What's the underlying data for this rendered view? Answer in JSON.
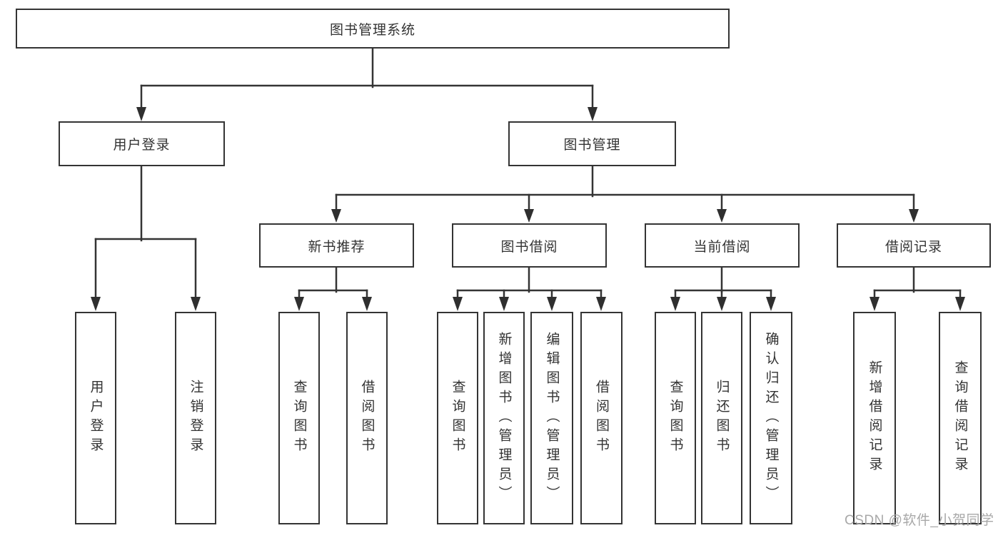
{
  "diagram": {
    "type": "tree",
    "root": {
      "label": "图书管理系统"
    },
    "branches": [
      {
        "label": "用户登录",
        "children": [
          {
            "label": "用户登录"
          },
          {
            "label": "注销登录"
          }
        ]
      },
      {
        "label": "图书管理",
        "groups": [
          {
            "label": "新书推荐",
            "children": [
              {
                "label": "查询图书"
              },
              {
                "label": "借阅图书"
              }
            ]
          },
          {
            "label": "图书借阅",
            "children": [
              {
                "label": "查询图书"
              },
              {
                "label": "新增图书（管理员）"
              },
              {
                "label": "编辑图书（管理员）"
              },
              {
                "label": "借阅图书"
              }
            ]
          },
          {
            "label": "当前借阅",
            "children": [
              {
                "label": "查询图书"
              },
              {
                "label": "归还图书"
              },
              {
                "label": "确认归还（管理员）"
              }
            ]
          },
          {
            "label": "借阅记录",
            "children": [
              {
                "label": "新增借阅记录"
              },
              {
                "label": "查询借阅记录"
              }
            ]
          }
        ]
      }
    ],
    "watermark": "CSDN @软件_小贺同学",
    "colors": {
      "line": "#343434",
      "text": "#333333",
      "background": "#ffffff",
      "watermark": "#a8a8a8"
    }
  }
}
